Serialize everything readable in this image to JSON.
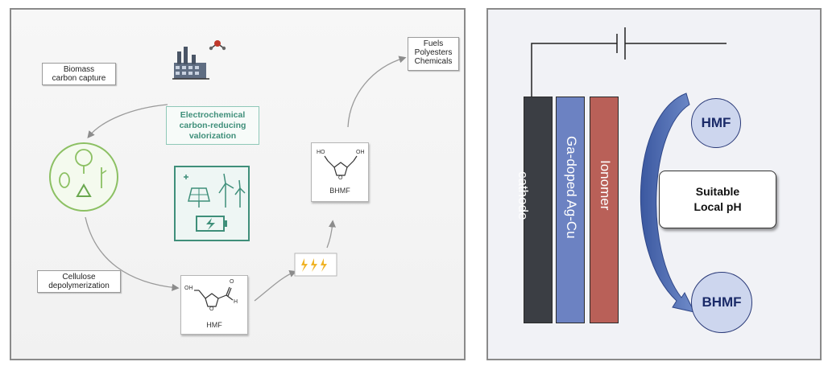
{
  "left": {
    "biomass": [
      "Biomass",
      "carbon capture"
    ],
    "cellulose": [
      "Cellulose",
      "depolymerization"
    ],
    "products": [
      "Fuels",
      "Polyesters",
      "Chemicals"
    ],
    "title": [
      "Electrochemical",
      "carbon-reducing",
      "valorization"
    ],
    "hmf": {
      "name": "HMF",
      "oh": "OH",
      "o": "O",
      "h": "H"
    },
    "bhmf": {
      "name": "BHMF",
      "ho": "HO",
      "oh": "OH",
      "o": "O"
    }
  },
  "right": {
    "strips": {
      "cathode": "cathode",
      "catalyst": "Ga-doped Ag-Cu",
      "ionomer": "Ionomer"
    },
    "hmf": "HMF",
    "bhmf": "BHMF",
    "ph": [
      "Suitable",
      "Local pH"
    ]
  },
  "colors": {
    "cathode": "#3b3e44",
    "catalyst": "#6c82c2",
    "ionomer": "#b96058",
    "arrow": "#4a66a8",
    "accent_green": "#3f8f7a"
  }
}
